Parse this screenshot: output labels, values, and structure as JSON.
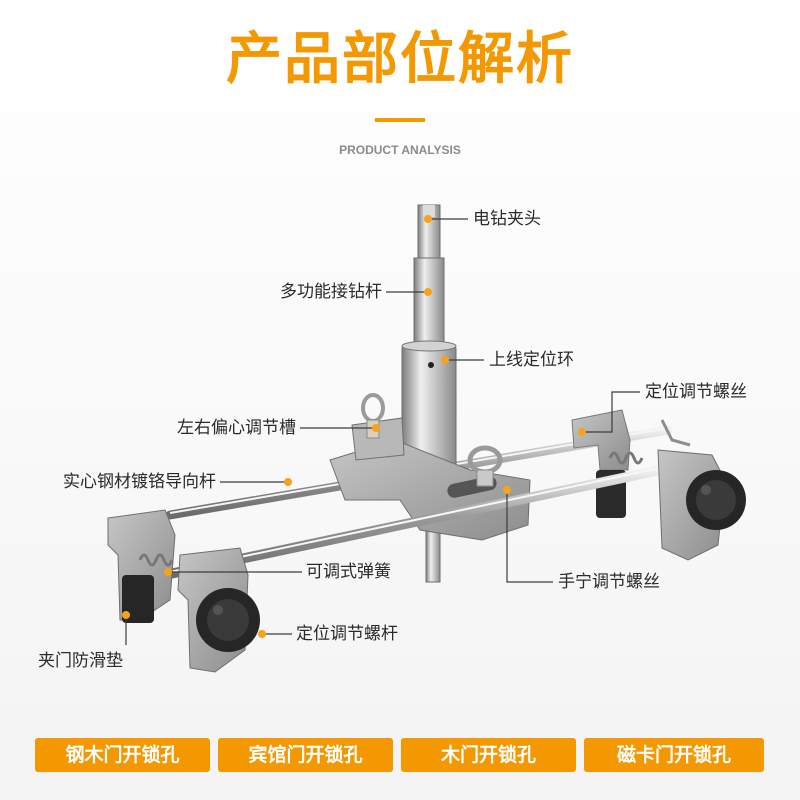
{
  "header": {
    "title": "产品部位解析",
    "subtitle": "PRODUCT ANALYSIS"
  },
  "colors": {
    "accent": "#f39800",
    "dot": "#f7a21b",
    "line": "#3c3c3c",
    "metal": "#a9a9a9",
    "knob": "#2a2a2a"
  },
  "callouts": {
    "drill_chuck": "电钻夹头",
    "multi_rod": "多功能接钻杆",
    "upper_ring": "上线定位环",
    "adjust_screw_top": "定位调节螺丝",
    "slot": "左右偏心调节槽",
    "guide_rod": "实心钢材镀铬导向杆",
    "spring": "可调式弹簧",
    "hand_screw": "手宁调节螺丝",
    "screw_rod": "定位调节螺杆",
    "anti_slip": "夹门防滑垫"
  },
  "tags": [
    "钢木门开锁孔",
    "宾馆门开锁孔",
    "木门开锁孔",
    "磁卡门开锁孔"
  ]
}
